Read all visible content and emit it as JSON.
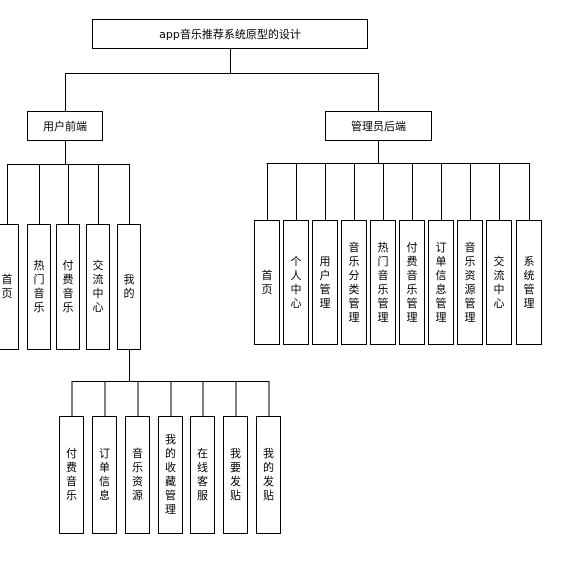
{
  "root": {
    "label": "app音乐推荐系统原型的设计"
  },
  "branches": {
    "user": {
      "label": "用户前端"
    },
    "admin": {
      "label": "管理员后端"
    }
  },
  "user_items": [
    "首页",
    "热门音乐",
    "付费音乐",
    "交流中心",
    "我的"
  ],
  "admin_items": [
    "首页",
    "个人中心",
    "用户管理",
    "音乐分类管理",
    "热门音乐管理",
    "付费音乐管理",
    "订单信息管理",
    "音乐资源管理",
    "交流中心",
    "系统管理"
  ],
  "mine_items": [
    "付费音乐",
    "订单信息",
    "音乐资源",
    "我的收藏管理",
    "在线客服",
    "我要发贴",
    "我的发贴"
  ]
}
